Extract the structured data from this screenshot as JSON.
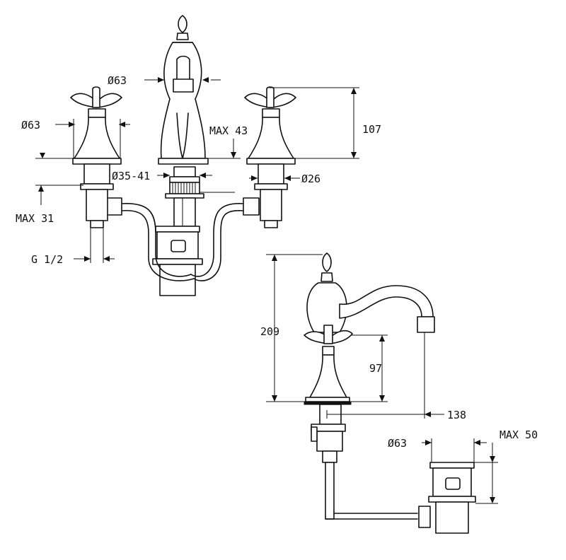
{
  "labels": {
    "spout_diameter": "Ø63",
    "left_handle_diameter": "Ø63",
    "max_43": "MAX 43",
    "height_107": "107",
    "hole_diameter": "Ø35-41",
    "stem_diameter": "Ø26",
    "max_31": "MAX 31",
    "thread_g12": "G 1/2",
    "height_209": "209",
    "height_97": "97",
    "reach_138": "138",
    "drain_diameter": "Ø63",
    "max_50": "MAX 50"
  }
}
